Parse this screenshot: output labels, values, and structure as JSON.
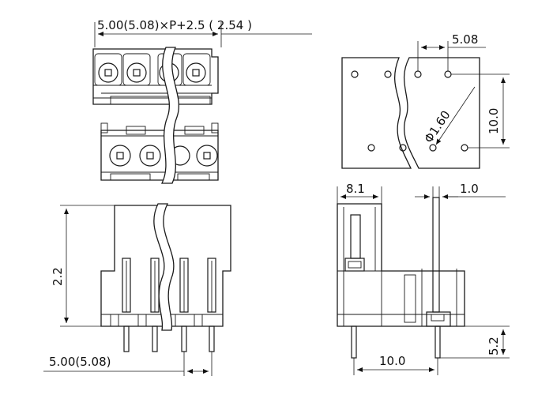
{
  "dimensions": {
    "top_pitch_formula": "5.00(5.08)×P+2.5 ( 2.54 )",
    "pcb_pitch": "5.08",
    "hole_diameter": "Φ1.60",
    "pcb_row_spacing": "10.0",
    "front_height": "2.2",
    "bottom_pitch": "5.00(5.08)",
    "side_width": "8.1",
    "pin_thickness": "1.0",
    "side_pin_spacing": "10.0",
    "pin_length": "5.2"
  }
}
